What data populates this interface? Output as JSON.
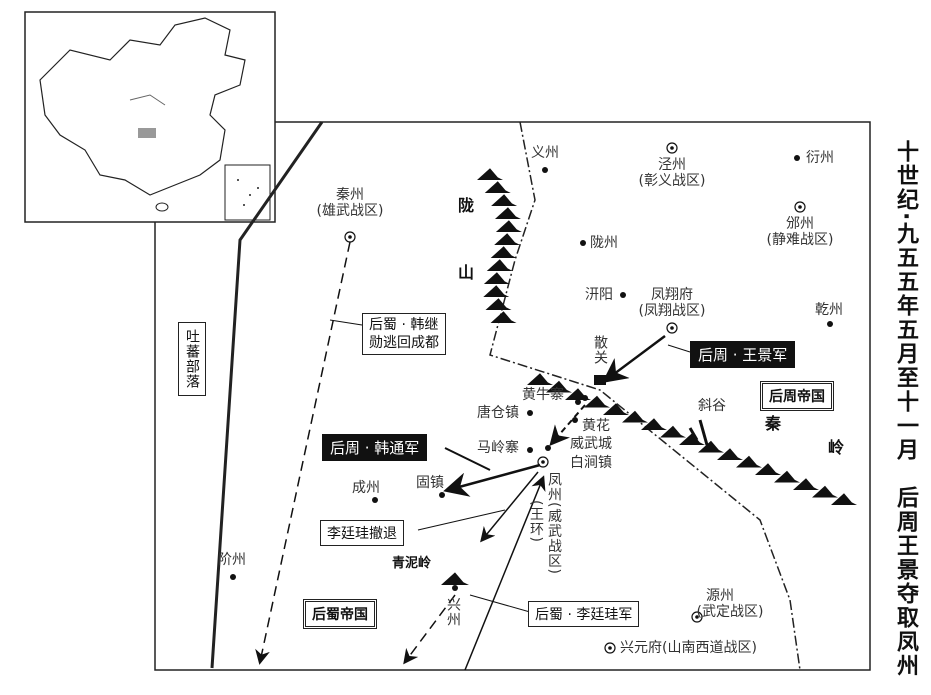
{
  "title": "十世纪·九五五年五月至十一月　后周王景夺取凤州",
  "regions": {
    "later_zhou": "后周帝国",
    "later_shu": "后蜀帝国",
    "tubo": "吐蕃部落"
  },
  "mountains": {
    "long_1": "陇",
    "long_2": "山",
    "qin_1": "秦",
    "qin_2": "岭",
    "qingniling": "青泥岭",
    "xiegu": "斜谷"
  },
  "armies": {
    "wang_jing": "后周 · 王景军",
    "han_tong": "后周 · 韩通军",
    "li_tinggui": "后蜀 · 李廷珪军",
    "li_retreat": "李廷珪撤退",
    "han_jixun_1": "后蜀 · 韩继",
    "han_jixun_2": "勋逃回成都"
  },
  "places": {
    "yizhou": "义州",
    "jingzhou": "泾州",
    "jingzhou_zone": "(彰义战区)",
    "yanzhou": "衍州",
    "binzhou": "邠州",
    "binzhou_zone": "(静难战区)",
    "longzhou": "陇州",
    "qianyang": "汧阳",
    "fengxiang": "凤翔府",
    "fengxiang_zone": "(凤翔战区)",
    "qianzhou": "乾州",
    "sanguan": "散关",
    "qinzhou": "秦州",
    "qinzhou_zone": "(雄武战区)",
    "huangniuzhai": "黄牛寨",
    "tangcangzhen": "唐仓镇",
    "huanghua": "黄花",
    "weiwucheng": "威武城",
    "baijianzhen": "白涧镇",
    "malingzhai": "马岭寨",
    "fengzhou": "凤州(威武战区)",
    "wanghuan": "(王环)",
    "chengzhou": "成州",
    "guzhen": "固镇",
    "jiezhou": "阶州",
    "xingzhou": "兴州",
    "yuanzhou": "源州",
    "yuanzhou_zone": "(武定战区)",
    "xingyuanfu": "兴元府(山南西道战区)"
  },
  "colors": {
    "ink": "#111111",
    "paper": "#ffffff",
    "inset_highlight": "#999999"
  }
}
